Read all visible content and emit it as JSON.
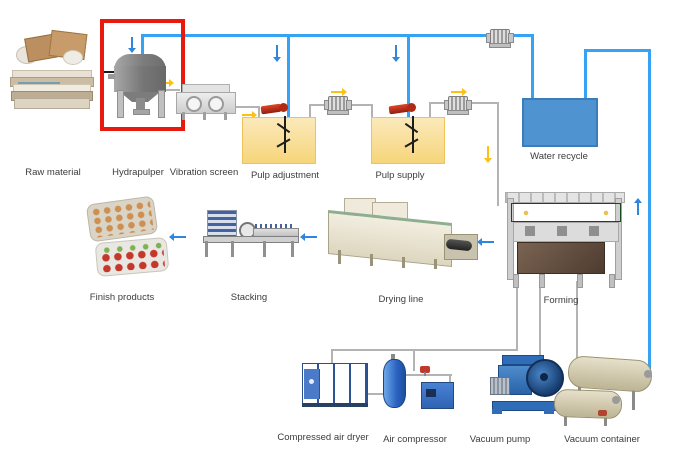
{
  "diagram_type": "pulp-molding-production-line-flow",
  "nodes": {
    "raw_material": {
      "label": "Raw material",
      "icon": "waste-paper-pile-icon"
    },
    "hydrapulper": {
      "label": "Hydrapulper",
      "icon": "pulper-tank-icon",
      "highlighted": true
    },
    "vibration_screen": {
      "label": "Vibration screen",
      "icon": "screen-machine-icon"
    },
    "pulp_adjustment": {
      "label": "Pulp adjustment",
      "icon": "agitator-tank-icon"
    },
    "pulp_supply": {
      "label": "Pulp supply",
      "icon": "agitator-tank-icon"
    },
    "water_recycle": {
      "label": "Water recycle",
      "icon": "water-tank-icon"
    },
    "finish_products": {
      "label": "Finish products",
      "icon": "egg-tray-icon"
    },
    "stacking": {
      "label": "Stacking",
      "icon": "stacker-machine-icon"
    },
    "drying_line": {
      "label": "Drying line",
      "icon": "drying-tunnel-icon"
    },
    "forming": {
      "label": "Forming",
      "icon": "forming-machine-icon"
    },
    "compressed_air_dryer": {
      "label": "Compressed air dryer",
      "icon": "air-dryer-cabinet-icon"
    },
    "air_compressor": {
      "label": "Air compressor",
      "icon": "compressor-tank-icon"
    },
    "vacuum_pump": {
      "label": "Vacuum pump",
      "icon": "vacuum-pump-icon"
    },
    "vacuum_container": {
      "label": "Vacuum container",
      "icon": "vacuum-tank-icon"
    }
  },
  "flows": [
    {
      "from": "raw_material",
      "to": "hydrapulper",
      "arrow": "black-right"
    },
    {
      "from": "hydrapulper",
      "to": "vibration_screen",
      "arrow": "yellow-right"
    },
    {
      "from": "vibration_screen",
      "to": "pulp_adjustment",
      "arrow": "yellow-right"
    },
    {
      "from": "pulp_adjustment",
      "to": "pulp_supply",
      "arrow": "yellow-right",
      "via": "pump"
    },
    {
      "from": "pulp_supply",
      "to": "forming",
      "arrow": "yellow-down",
      "via": "pump"
    },
    {
      "from": "water_recycle",
      "to": "hydrapulper",
      "arrow": "blue-down"
    },
    {
      "from": "water_recycle",
      "to": "pulp_adjustment",
      "arrow": "blue-down"
    },
    {
      "from": "water_recycle",
      "to": "pulp_supply",
      "arrow": "blue-down"
    },
    {
      "from": "vacuum_container",
      "to": "water_recycle",
      "arrow": "blue-up"
    },
    {
      "from": "forming",
      "to": "drying_line",
      "arrow": "blue-left"
    },
    {
      "from": "drying_line",
      "to": "stacking",
      "arrow": "blue-left"
    },
    {
      "from": "stacking",
      "to": "finish_products",
      "arrow": "blue-left"
    },
    {
      "from": "forming",
      "to": "compressed_air_dryer",
      "via": "pipe"
    },
    {
      "from": "forming",
      "to": "vacuum_pump",
      "via": "pipe"
    },
    {
      "from": "forming",
      "to": "vacuum_container",
      "via": "pipe"
    },
    {
      "from": "compressed_air_dryer",
      "to": "air_compressor",
      "via": "pipe"
    }
  ],
  "colors": {
    "pipe_blue": "#35a2f4",
    "pipe_gray": "#b3b3b3",
    "arrow_blue": "#2f86dd",
    "arrow_yellow": "#fec013",
    "arrow_black": "#1a1a1a",
    "highlight_red": "#e8190d",
    "tank_yellow": "#f9dd8f",
    "water_tank_blue": "#4f93d0",
    "forming_green": "#2e7d36",
    "machine_blue": "#3d6cba",
    "container_beige": "#d8d1b4"
  }
}
